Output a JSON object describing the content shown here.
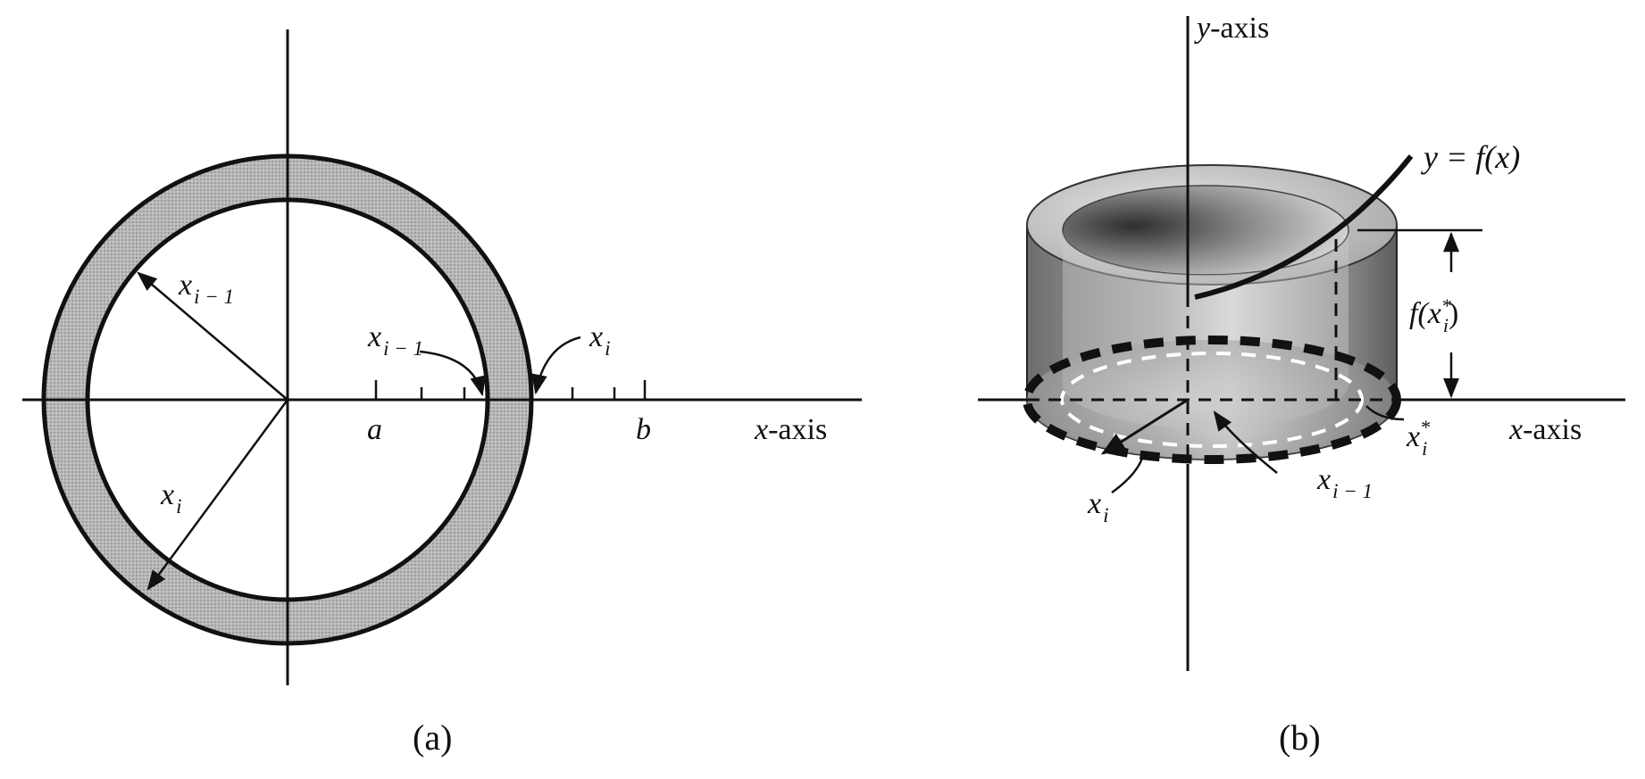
{
  "panel_a": {
    "caption": "(a)",
    "x_axis_label": "-axis",
    "x_axis_var": "x",
    "label_outer_radius": {
      "var": "x",
      "sub": "i"
    },
    "label_inner_radius": {
      "var": "x",
      "sub": "i − 1"
    },
    "label_inner_tick": {
      "var": "x",
      "sub": "i − 1"
    },
    "label_outer_tick": {
      "var": "x",
      "sub": "i"
    },
    "tick_a": "a",
    "tick_b": "b"
  },
  "panel_b": {
    "caption": "(b)",
    "y_axis_var": "y",
    "y_axis_label": "-axis",
    "x_axis_var": "x",
    "x_axis_label": "-axis",
    "curve_label": "y = f(x)",
    "height_label": {
      "pre": "f(",
      "var": "x",
      "sub": "i",
      "sup": "*",
      "post": ")"
    },
    "label_xi_star": {
      "var": "x",
      "sub": "i",
      "sup": "*"
    },
    "label_xi": {
      "var": "x",
      "sub": "i"
    },
    "label_xi_minus_1": {
      "var": "x",
      "sub": "i − 1"
    }
  }
}
